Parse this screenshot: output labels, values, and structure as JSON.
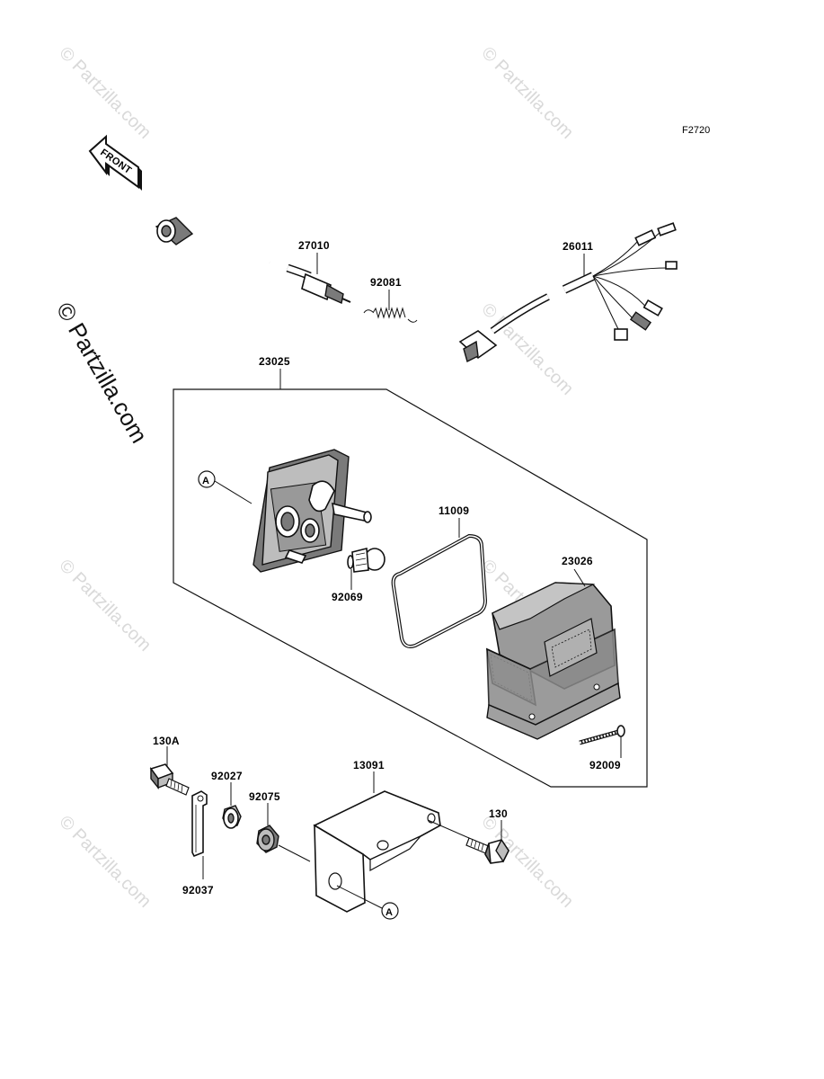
{
  "diagram_code": "F2720",
  "front_label": "FRONT",
  "watermark": "© Partzilla.com",
  "reference_marker": "A",
  "parts": {
    "p27010": "27010",
    "p92081": "92081",
    "p26011": "26011",
    "p23025": "23025",
    "p11009": "11009",
    "p23026": "23026",
    "p92069": "92069",
    "p92009": "92009",
    "p130A": "130A",
    "p92027": "92027",
    "p13091": "13091",
    "p92075": "92075",
    "p130": "130",
    "p92037": "92037"
  }
}
